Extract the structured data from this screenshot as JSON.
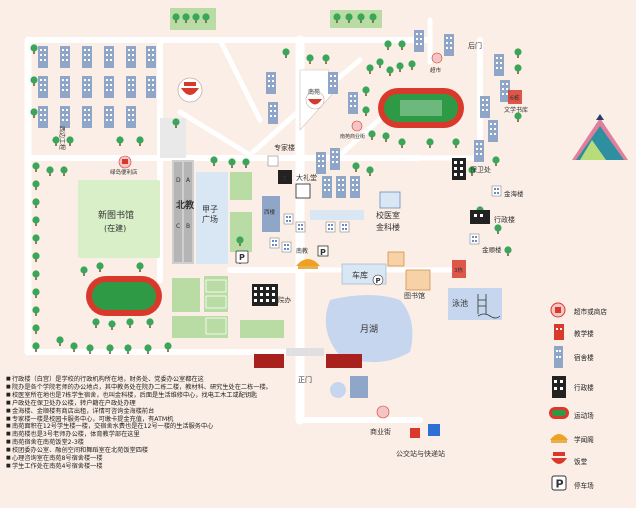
{
  "labels": {
    "new_library": "新图书馆",
    "new_library_sub": "(在建)",
    "north_teaching": "北教",
    "jiazi_square": "甲子",
    "jiazi_square2": "广场",
    "building_a": "A",
    "building_b": "B",
    "building_c": "C",
    "building_d": "D",
    "green_store": "绿岛便利店",
    "south_garden": "南苑",
    "south_garden_store": "南苑商业街",
    "expert_building": "专家楼",
    "main_hall": "大礼堂",
    "west_building": "西楼",
    "medical_center": "校医室",
    "jinli_building": "金科楼",
    "security_office": "保卫处",
    "jinhai_building": "金海楼",
    "admin_building": "行政楼",
    "jinshun_building": "金顺楼",
    "garage": "车库",
    "library": "图书馆",
    "swimming": "泳池",
    "moon_lake": "月湖",
    "south_gate": "正门",
    "commercial_street": "商业街",
    "bus_station": "公交站与快递站",
    "back_gate": "后门",
    "supermarket": "超市",
    "culture_books": "文学书库",
    "six_building": "6栋",
    "building_3": "3栋",
    "south_teaching": "南教",
    "courtyard": "院办",
    "pavilion": "亭",
    "chart_left": "西边工程",
    "west_road": "西边工程"
  },
  "legend": [
    {
      "label": "超市或商店",
      "icon": "store-icon"
    },
    {
      "label": "教学楼",
      "icon": "teaching-building-icon"
    },
    {
      "label": "宿舍楼",
      "icon": "dorm-icon"
    },
    {
      "label": "行政楼",
      "icon": "admin-building-icon"
    },
    {
      "label": "运动场",
      "icon": "sports-field-icon"
    },
    {
      "label": "学闻阁",
      "icon": "pavilion-icon"
    },
    {
      "label": "饭堂",
      "icon": "canteen-icon"
    },
    {
      "label": "停车场",
      "icon": "parking-icon"
    }
  ],
  "notes": [
    "行政楼（白宫）是学校的行政机构所在地，财务处、党委办公室都在这",
    "院办是各个学院老师的办公地点，其中教务处在院办二栋二楼，教材科、研究生处在二栋一楼。",
    "校医室所在地也是7栋学生宿舍，也叫金科楼，后面是生活维修中心，找电工木工或配钥匙",
    "户政处在保卫处办公楼，转户籍在户政处办理",
    "金海楼、金顺楼有商店出租，详情可咨询金海楼前台",
    "专家楼一楼是校园卡服务中心，可缴卡提金充值，有ATM机",
    "南苑面积在12号学生楼一楼，交宿舍水费也是在12号一楼的生活服务中心",
    "南苑楼也是3号老师办公楼，体育教学部在这里",
    "南苑宿舍在南苑饭堂2-3楼",
    "校团委办公室、融创空间和舞蹈室在北苑饭堂四楼",
    "心理咨询室在南苑8号宿舍楼一楼",
    "学生工作处在南苑4号宿舍楼一楼"
  ],
  "colors": {
    "background": "#fbeee6",
    "road": "#ffffff",
    "road_edge": "#c9c9c9",
    "green": "#b9dca4",
    "track": "#d9392b",
    "field": "#2f9a45",
    "lake": "#c6d6ee",
    "dorm": "#8fa6c9",
    "admin": "#222222",
    "gate": "#a8211c",
    "tree": "#3aa65a"
  }
}
